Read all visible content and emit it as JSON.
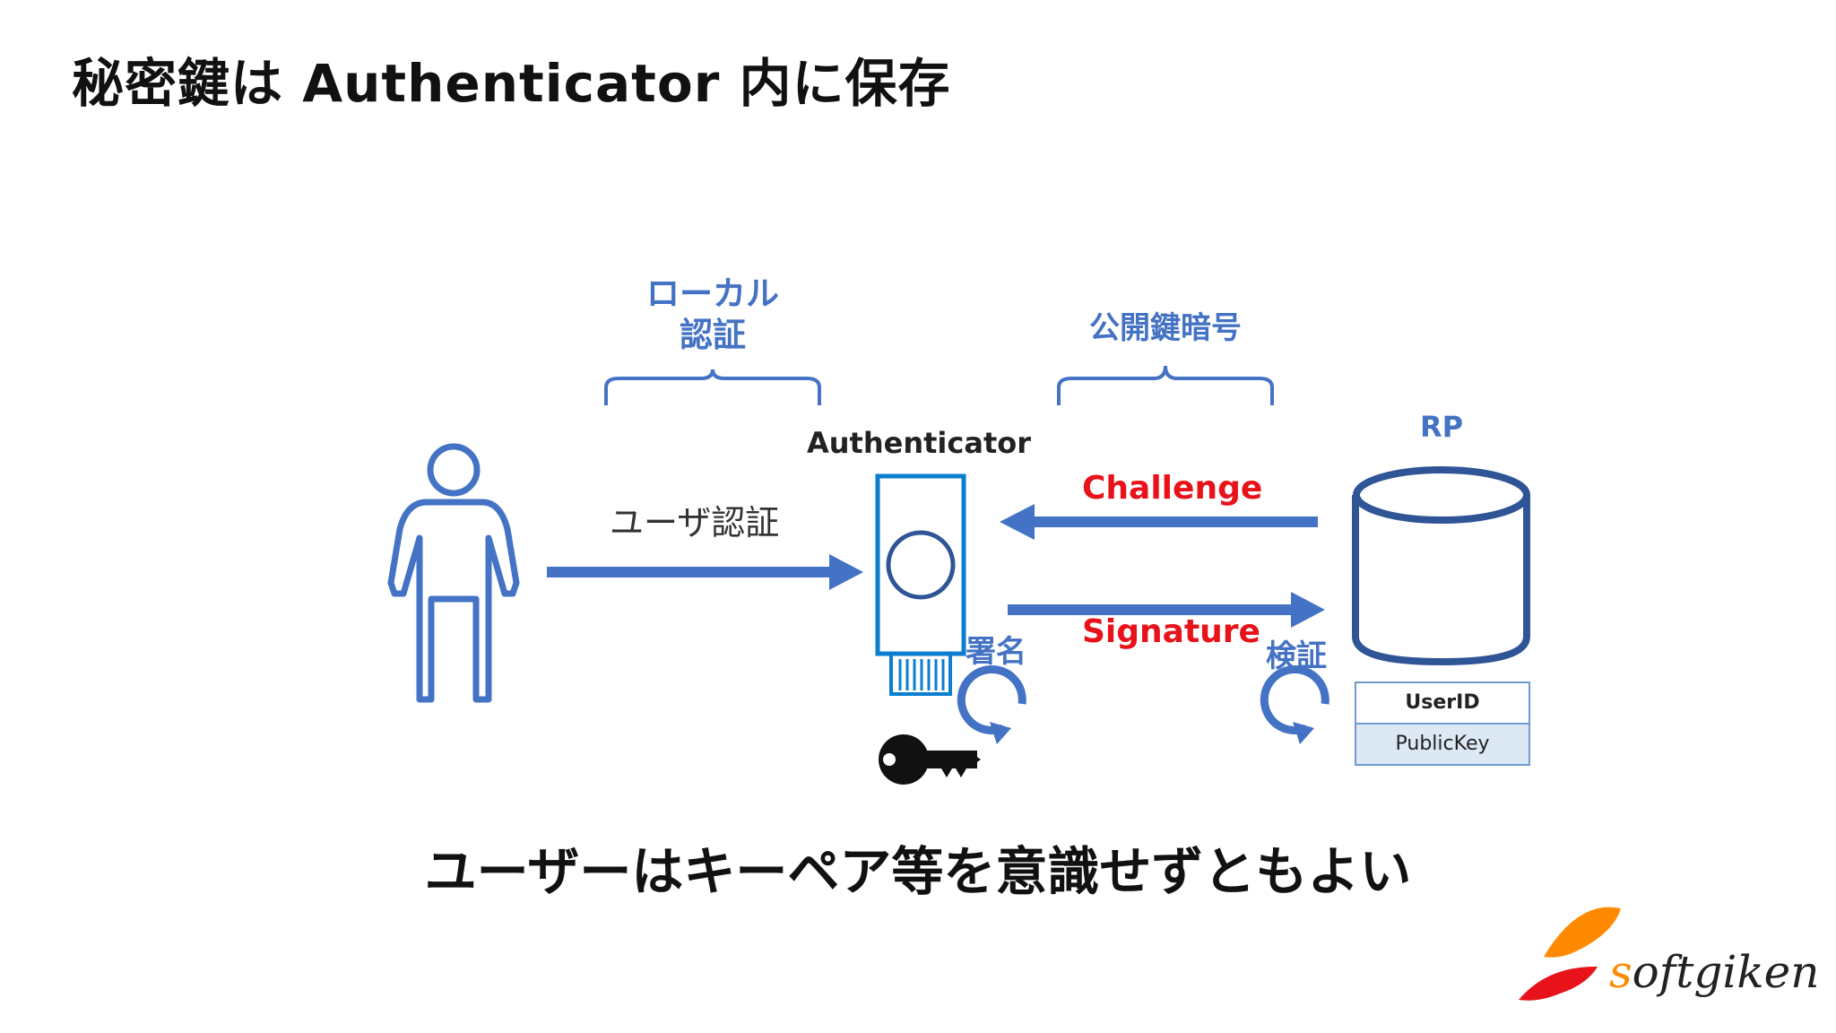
{
  "title": "秘密鍵は Authenticator 内に保存",
  "labels": {
    "local_auth_line1": "ローカル",
    "local_auth_line2": "認証",
    "pubkey_crypto": "公開鍵暗号",
    "authenticator": "Authenticator",
    "rp": "RP",
    "user_auth": "ユーザ認証",
    "challenge": "Challenge",
    "signature": "Signature",
    "sign": "署名",
    "verify": "検証"
  },
  "rp_table": {
    "rows": [
      "UserID",
      "PublicKey"
    ]
  },
  "bottom_message": "ユーザーはキーペア等を意識せずともよい",
  "logo": {
    "first": "s",
    "rest": "oftgiken"
  },
  "colors": {
    "accent_blue": "#4472c4",
    "red": "#e8121a",
    "dark_blue": "#2f5597",
    "logo_orange": "#ff8a00",
    "logo_red": "#e8121a"
  },
  "icons": [
    "person-icon",
    "security-key-icon",
    "key-icon",
    "database-icon",
    "refresh-icon"
  ]
}
